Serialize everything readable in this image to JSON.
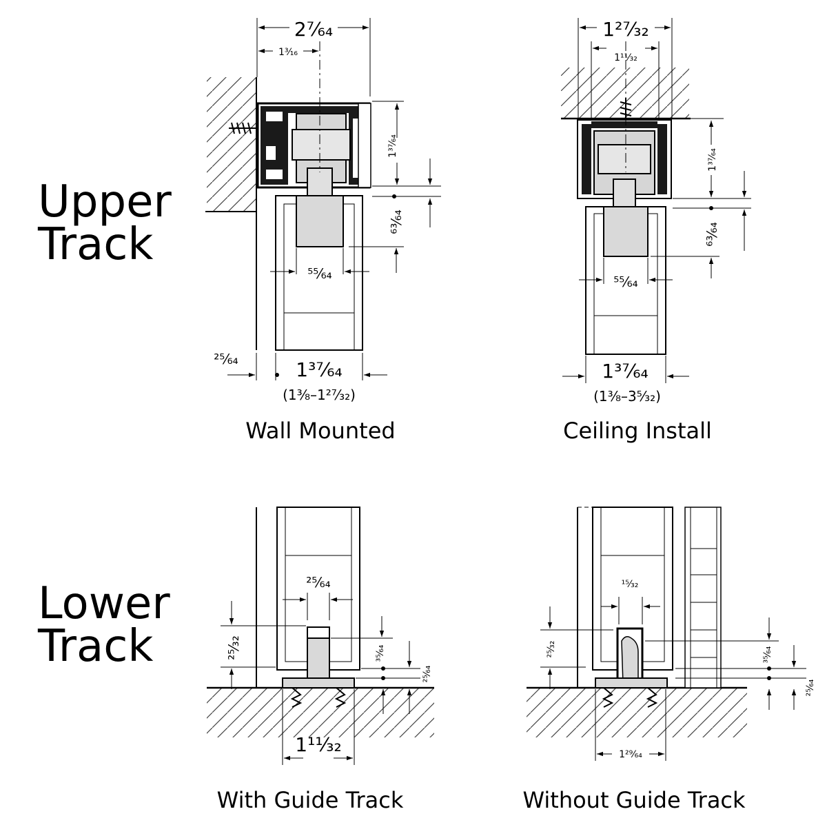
{
  "rows": {
    "upper": {
      "line1": "Upper",
      "line2": "Track"
    },
    "lower": {
      "line1": "Lower",
      "line2": "Track"
    }
  },
  "panels": {
    "wall": {
      "caption": "Wall Mounted",
      "dims": {
        "total_width": "2⁷⁄₆₄",
        "center_offset": "1³⁄₁₆",
        "profile_height": "1³⁷⁄₆₄",
        "gap": "⁶³⁄₆₄",
        "hanger_width": "⁵⁵⁄₆₄",
        "wall_gap": "²⁵⁄₆₄",
        "door_thickness": "1³⁷⁄₆₄",
        "door_range": "(1³⁄₈–1²⁷⁄₃₂)"
      }
    },
    "ceiling": {
      "caption": "Ceiling Install",
      "dims": {
        "total_width": "1²⁷⁄₃₂",
        "inner_width": "1¹¹⁄₃₂",
        "profile_height": "1³⁷⁄₆₄",
        "gap": "⁶³⁄₆₄",
        "hanger_width": "⁵⁵⁄₆₄",
        "door_thickness": "1³⁷⁄₆₄",
        "door_range": "(1³⁄₈–3⁵⁄₃₂)"
      }
    },
    "guide": {
      "caption": "With Guide Track",
      "dims": {
        "pin_width": "²⁵⁄₆₄",
        "pin_height": "²⁵⁄₃₂",
        "door_gap": "³⁵⁄₆₄",
        "track_height": "²⁵⁄₆₄",
        "track_width": "1¹¹⁄₃₂"
      }
    },
    "noguide": {
      "caption": "Without Guide Track",
      "dims": {
        "pin_width": "¹⁵⁄₃₂",
        "pin_height": "²⁵⁄₃₂",
        "door_gap": "³⁵⁄₆₄",
        "track_height": "²⁵⁄₆₄",
        "track_width": "1²⁹⁄₆₄"
      }
    }
  }
}
